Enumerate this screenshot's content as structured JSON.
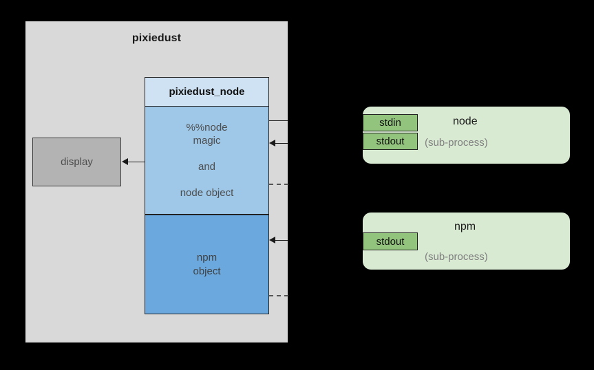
{
  "diagram": {
    "background_color": "#000000",
    "container": {
      "label": "pixiedust",
      "fill": "#D9D9D9"
    },
    "display": {
      "label": "display",
      "fill": "#B3B3B3"
    },
    "pixiedust_node": {
      "header_label": "pixiedust_node",
      "header_fill": "#CFE2F3",
      "node_section": {
        "line1": "%%node",
        "line2": "magic",
        "line3": "and",
        "line4": "node object",
        "fill": "#9EC7E8"
      },
      "npm_section": {
        "line1": "npm",
        "line2": "object",
        "fill": "#6AA8DE"
      }
    },
    "processes": [
      {
        "title": "node",
        "subtitle": "(sub-process)",
        "fill": "#D9EAD3",
        "pipes": [
          "stdin",
          "stdout"
        ],
        "pipe_fill": "#93C47D"
      },
      {
        "title": "npm",
        "subtitle": "(sub-process)",
        "fill": "#D9EAD3",
        "pipes": [
          "stdout"
        ],
        "pipe_fill": "#93C47D"
      }
    ],
    "connectors": [
      {
        "name": "node-stdin-out",
        "style": "solid"
      },
      {
        "name": "node-stdout-in",
        "style": "solid"
      },
      {
        "name": "node-dotted",
        "style": "dashed"
      },
      {
        "name": "npm-stdout-in",
        "style": "solid"
      },
      {
        "name": "npm-dotted",
        "style": "dashed"
      },
      {
        "name": "display-arrow",
        "style": "solid"
      }
    ]
  }
}
